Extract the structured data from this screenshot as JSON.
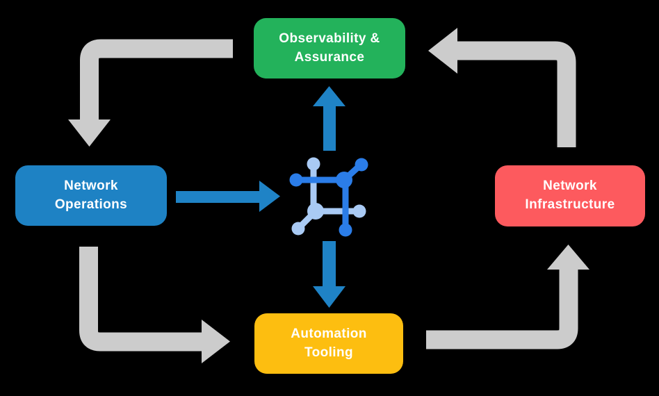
{
  "diagram": {
    "kind": "cycle-diagram",
    "icon": "network-platform-icon"
  },
  "colors": {
    "background": "#000000",
    "arrow_gray": "#cccccc",
    "arrow_blue": "#1f83c6",
    "icon_dark_blue": "#2b7de8",
    "icon_light_blue": "#a9caf4",
    "text": "#ffffff",
    "green": "#23b25b",
    "blue": "#1e82c4",
    "red": "#fd5a5e",
    "yellow": "#fdbe10"
  },
  "nodes": [
    {
      "id": "observability",
      "line1": "Observability &",
      "line2": "Assurance",
      "color": "#23b25b"
    },
    {
      "id": "operations",
      "line1": "Network",
      "line2": "Operations",
      "color": "#1e82c4"
    },
    {
      "id": "infrastructure",
      "line1": "Network",
      "line2": "Infrastructure",
      "color": "#fd5a5e"
    },
    {
      "id": "tooling",
      "line1": "Automation",
      "line2": "Tooling",
      "color": "#fdbe10"
    }
  ],
  "edges": [
    {
      "from": "observability",
      "to": "operations",
      "style": "gray-elbow"
    },
    {
      "from": "operations",
      "to": "tooling",
      "style": "gray-elbow"
    },
    {
      "from": "tooling",
      "to": "infrastructure",
      "style": "gray-elbow"
    },
    {
      "from": "infrastructure",
      "to": "observability",
      "style": "gray-elbow"
    },
    {
      "from": "operations",
      "to": "platform-icon",
      "style": "blue-straight"
    },
    {
      "from": "platform-icon",
      "to": "observability",
      "style": "blue-straight"
    },
    {
      "from": "platform-icon",
      "to": "tooling",
      "style": "blue-straight"
    }
  ]
}
